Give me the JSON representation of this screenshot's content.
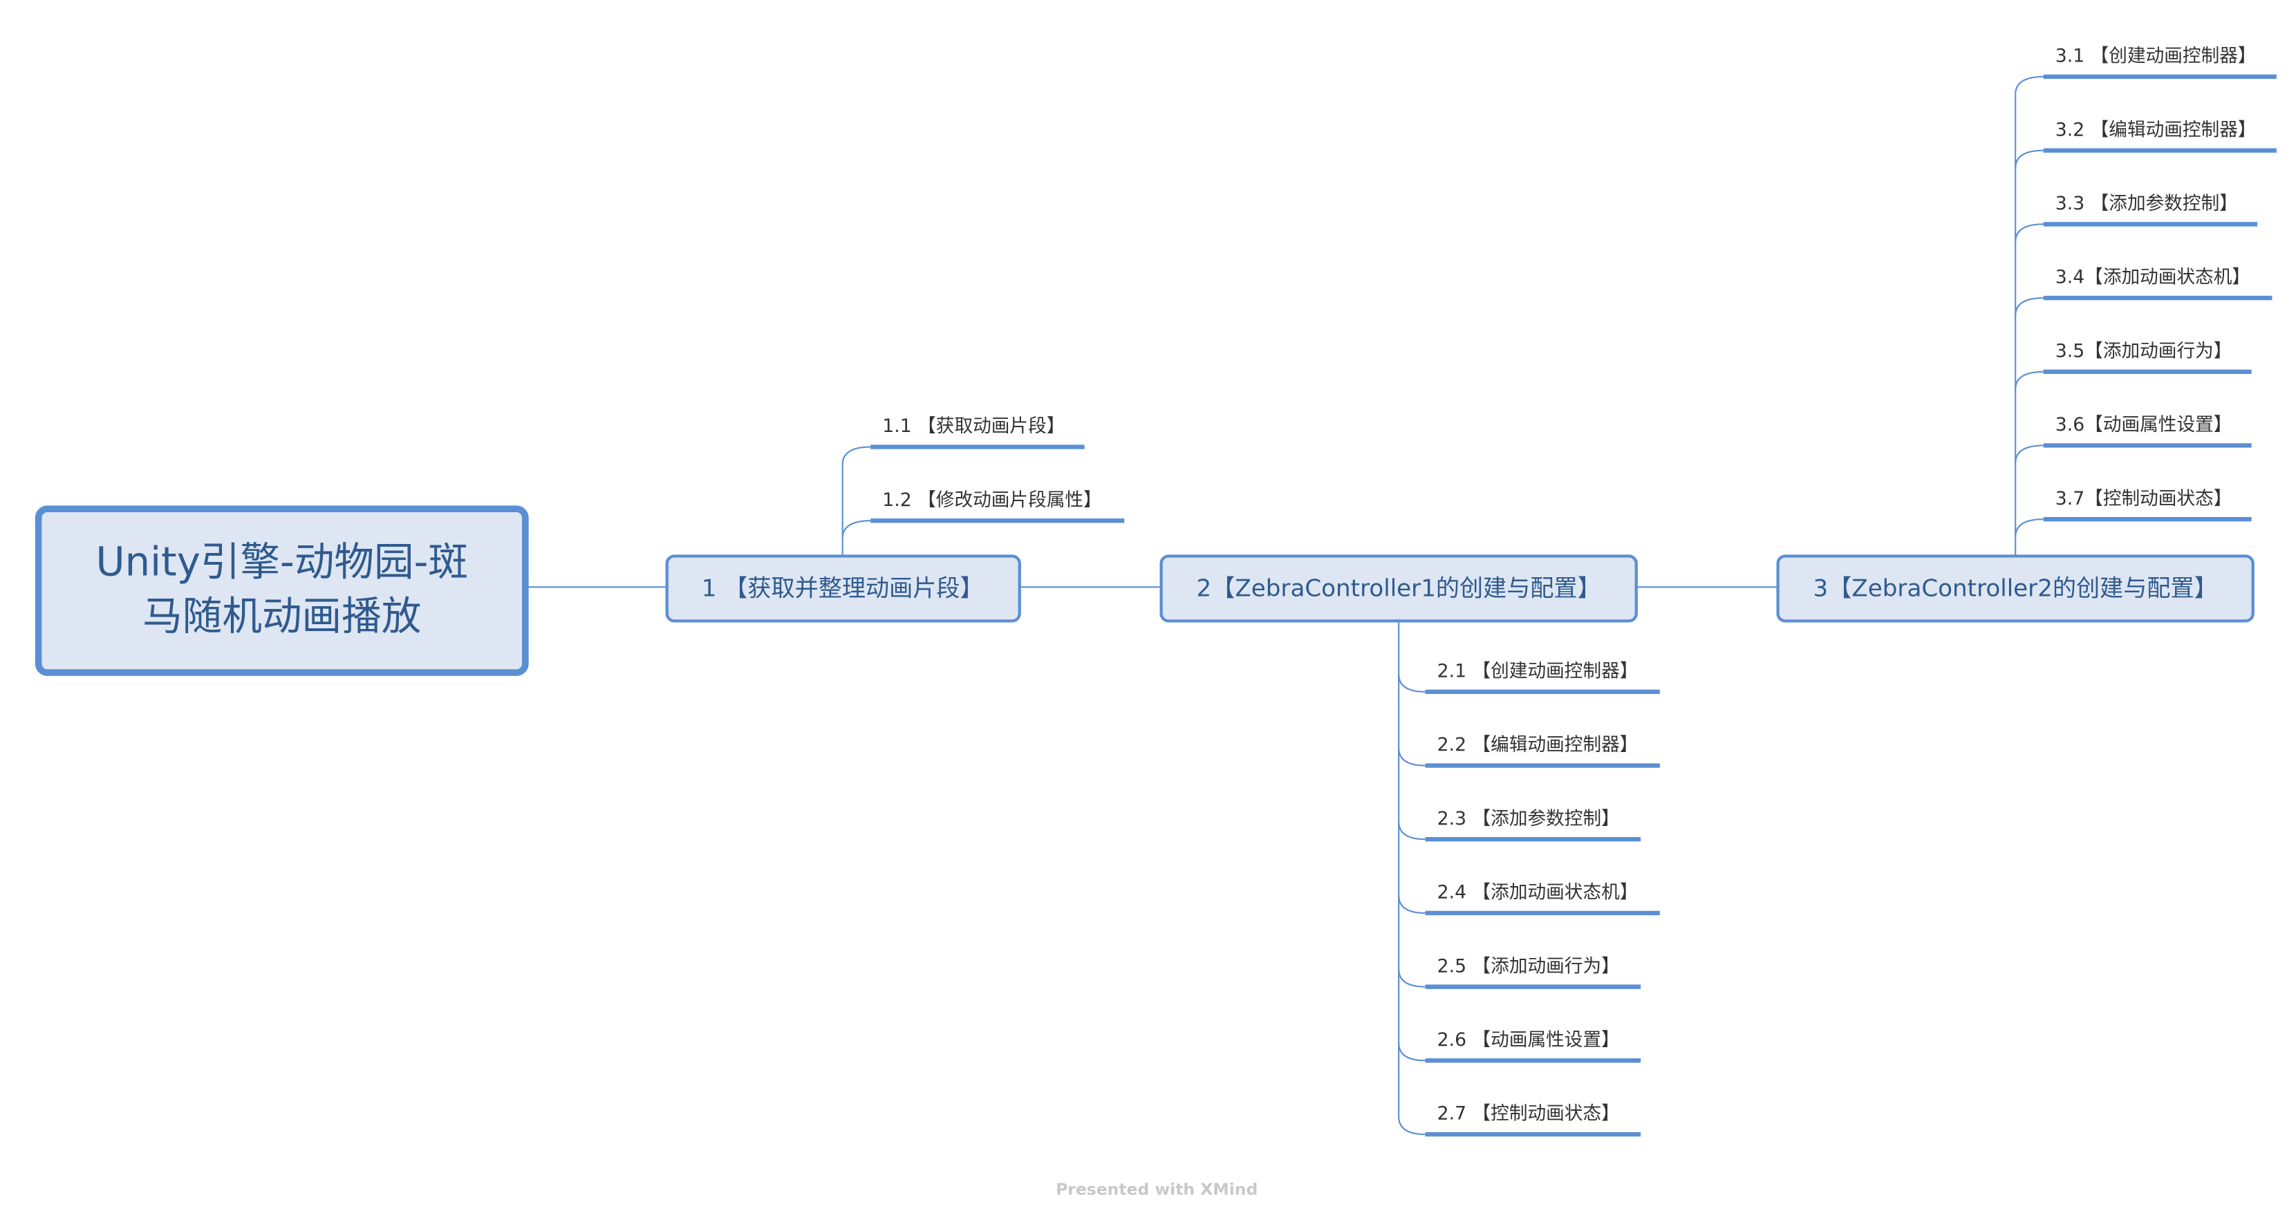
{
  "root": {
    "line1": "Unity引擎-动物园-斑",
    "line2": "马随机动画播放"
  },
  "topics": [
    {
      "label": "1 【获取并整理动画片段】",
      "children": [
        "1.1 【获取动画片段】",
        "1.2 【修改动画片段属性】"
      ]
    },
    {
      "label": "2【ZebraController1的创建与配置】",
      "children": [
        "2.1 【创建动画控制器】",
        "2.2 【编辑动画控制器】",
        "2.3 【添加参数控制】",
        "2.4 【添加动画状态机】",
        "2.5 【添加动画行为】",
        "2.6 【动画属性设置】",
        "2.7 【控制动画状态】"
      ]
    },
    {
      "label": "3【ZebraController2的创建与配置】",
      "children": [
        "3.1 【创建动画控制器】",
        "3.2 【编辑动画控制器】",
        "3.3 【添加参数控制】",
        "3.4【添加动画状态机】",
        "3.5【添加动画行为】",
        "3.6【动画属性设置】",
        "3.7【控制动画状态】"
      ]
    }
  ],
  "footer": "Presented with XMind",
  "colors": {
    "accent": "#5b8fd4",
    "node_fill": "#dde6f2",
    "node_text": "#2f5a8f"
  }
}
